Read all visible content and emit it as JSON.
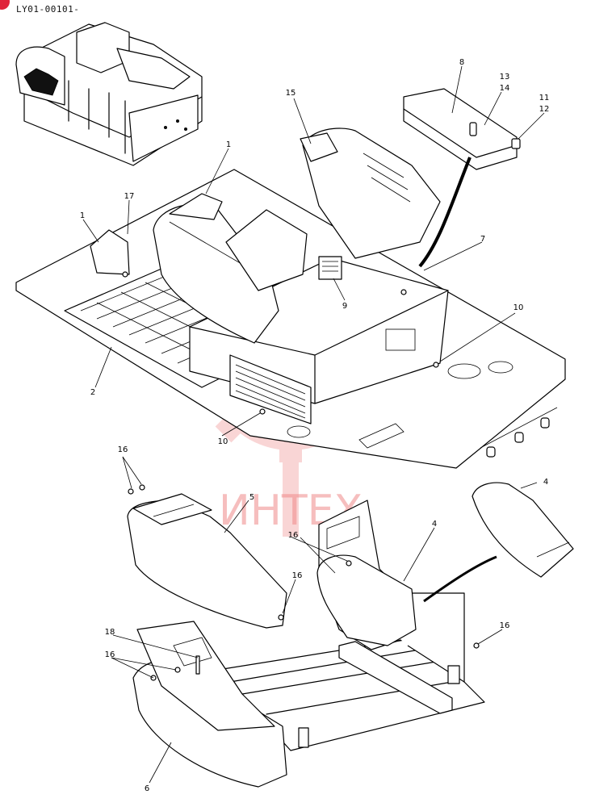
{
  "header": {
    "doc_code": "LY01-00101-"
  },
  "watermark": {
    "text": "ИНТЕХ",
    "color": "#f08a8a"
  },
  "accent": {
    "corner": "#e0243a"
  },
  "callouts": [
    "1",
    "1",
    "2",
    "4",
    "4",
    "5",
    "6",
    "7",
    "8",
    "9",
    "10",
    "10",
    "11",
    "12",
    "13",
    "14",
    "15",
    "16",
    "16",
    "16",
    "16",
    "16",
    "17",
    "18"
  ]
}
